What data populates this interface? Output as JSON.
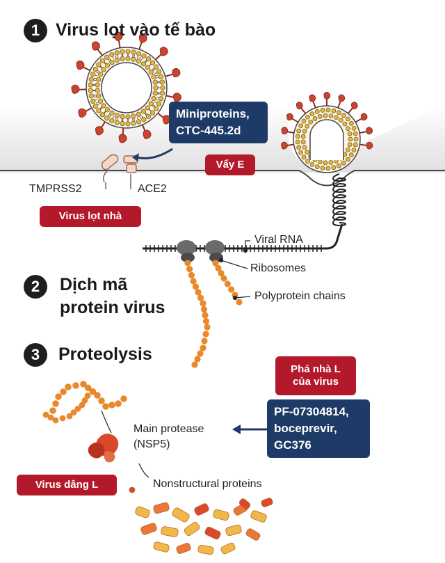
{
  "steps": [
    {
      "number": "1",
      "title": "Virus lọt vào tế bào"
    },
    {
      "number": "2",
      "title_line1": "Dịch mã",
      "title_line2": "protein virus"
    },
    {
      "number": "3",
      "title": "Proteolysis"
    }
  ],
  "labels": {
    "tmprss2": "TMPRSS2",
    "ace2": "ACE2",
    "viral_rna": "Viral RNA",
    "ribosomes": "Ribosomes",
    "polyprotein_chains": "Polyprotein chains",
    "main_protease_line1": "Main protease",
    "main_protease_line2": "(NSP5)",
    "nonstructural_proteins": "Nonstructural proteins"
  },
  "tags": {
    "vay_e": "Vẩy E",
    "virus_lot_nha": "Virus lọt nhà",
    "pha_nha_line1": "Phá nhà L",
    "pha_nha_line2": "của virus",
    "virus_dang_l": "Virus dâng L"
  },
  "drug_boxes": {
    "miniproteins": [
      "Miniproteins,",
      "CTC-445.2d"
    ],
    "protease_inhibitors": [
      "PF-07304814,",
      "boceprevir,",
      "GC376"
    ]
  },
  "colors": {
    "step_circle": "#1e1e1e",
    "red_tag": "#b3192b",
    "blue_box": "#1e3a66",
    "spike": "#c9452f",
    "spike_dark": "#8e2a1c",
    "lipid_head": "#e2b84a",
    "polyprotein": "#e8892b",
    "ribosome": "#555555",
    "membrane_band": "#e4e4e4",
    "protease": "#d94a2c",
    "nsp_yellow": "#f0b84a",
    "nsp_orange": "#e9773a"
  }
}
